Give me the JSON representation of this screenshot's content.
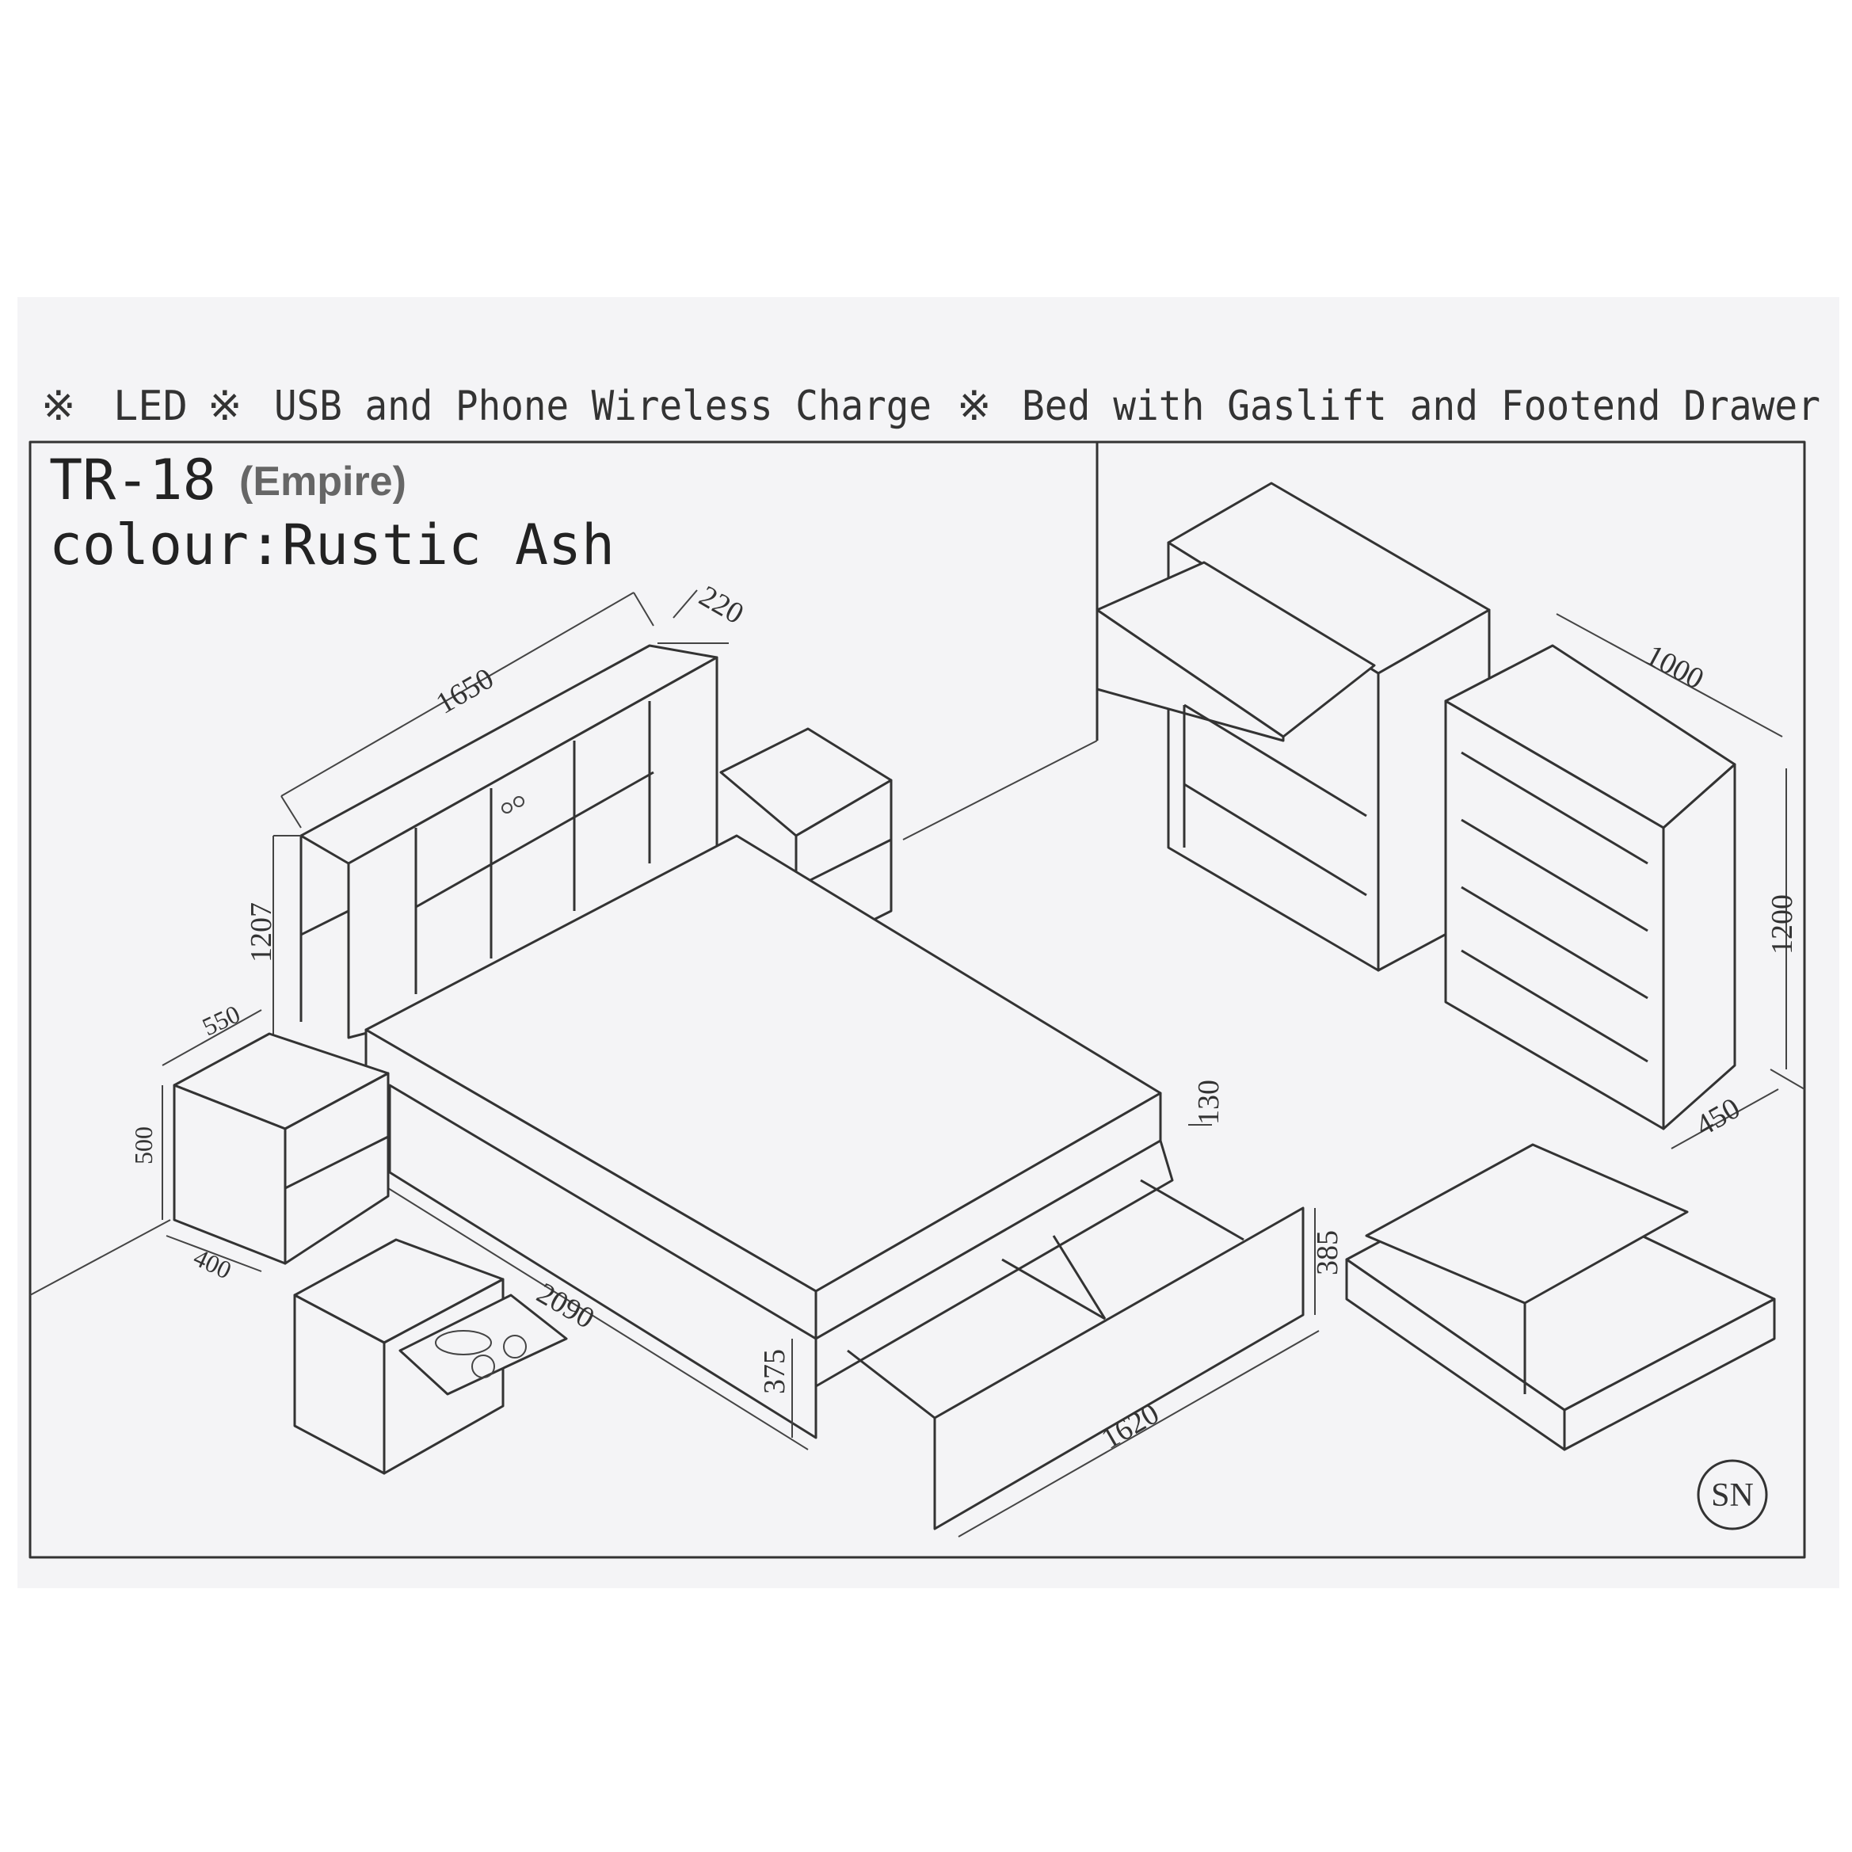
{
  "features": {
    "mark": "※",
    "led": "LED",
    "usb": "USB and Phone Wireless Charge",
    "bed": "Bed with Gaslift and Footend Drawer"
  },
  "product": {
    "model": "TR-18",
    "range": "(Empire)",
    "colour": "colour:Rustic Ash"
  },
  "dimensions": {
    "headboard_width": "1650",
    "headboard_depth": "220",
    "headboard_height": "1207",
    "bedside_width": "550",
    "bedside_height": "500",
    "bedside_depth": "400",
    "bed_length": "2090",
    "bed_side_height": "375",
    "mattress_height": "130",
    "drawer_height": "385",
    "bed_width": "1620",
    "tallboy_width": "1000",
    "tallboy_height": "1200",
    "tallboy_depth": "450"
  },
  "stamp": "SN"
}
